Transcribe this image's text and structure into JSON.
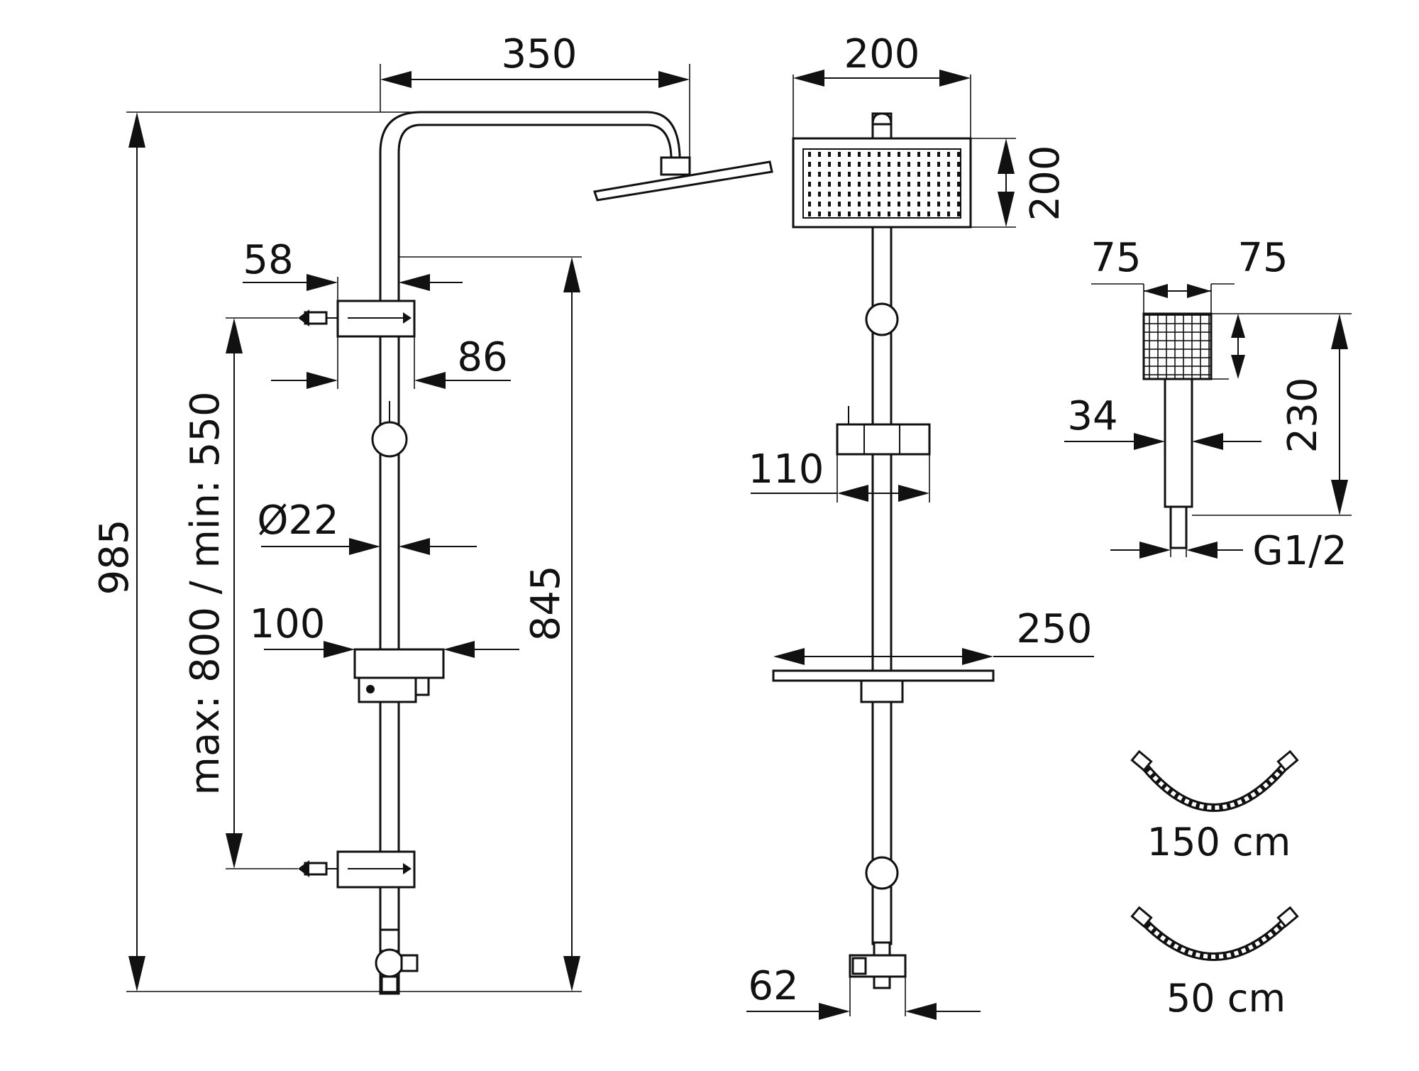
{
  "dimensions": {
    "side_view": {
      "arm_reach": "350",
      "total_height": "985",
      "bar_height": "845",
      "adjustable_range": "max: 800 / min: 550",
      "bracket_width": "58",
      "bracket_offset": "86",
      "pipe_diameter": "Ø22",
      "shelf_depth": "100"
    },
    "front_view": {
      "head_width": "200",
      "head_height": "200",
      "thermostat_width": "110",
      "shelf_width": "250",
      "inlet_width": "62"
    },
    "hand_shower": {
      "head_width_left": "75",
      "head_width_right": "75",
      "length": "230",
      "handle_diameter": "34",
      "thread": "G1/2"
    },
    "hoses": {
      "long_hose": "150 cm",
      "short_hose": "50 cm"
    }
  }
}
